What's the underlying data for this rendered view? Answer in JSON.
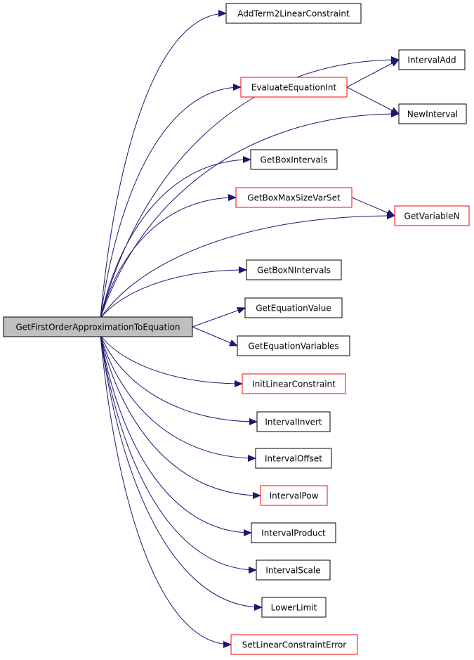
{
  "root": {
    "label": "GetFirstOrderApproximationToEquation",
    "fill": "#bfbfbf"
  },
  "nodes": [
    {
      "id": "addterm",
      "label": "AddTerm2LinearConstraint",
      "border": "#000000"
    },
    {
      "id": "intervaladd",
      "label": "IntervalAdd",
      "border": "#000000"
    },
    {
      "id": "evaluate",
      "label": "EvaluateEquationInt",
      "border": "#ff0000"
    },
    {
      "id": "newinterval",
      "label": "NewInterval",
      "border": "#000000"
    },
    {
      "id": "getboxintervals",
      "label": "GetBoxIntervals",
      "border": "#000000"
    },
    {
      "id": "getboxmaxsize",
      "label": "GetBoxMaxSizeVarSet",
      "border": "#ff0000"
    },
    {
      "id": "getvariablen",
      "label": "GetVariableN",
      "border": "#ff0000"
    },
    {
      "id": "getboxnintervals",
      "label": "GetBoxNIntervals",
      "border": "#000000"
    },
    {
      "id": "getequationvalue",
      "label": "GetEquationValue",
      "border": "#000000"
    },
    {
      "id": "getequationvariables",
      "label": "GetEquationVariables",
      "border": "#000000"
    },
    {
      "id": "initlinear",
      "label": "InitLinearConstraint",
      "border": "#ff0000"
    },
    {
      "id": "intervalinvert",
      "label": "IntervalInvert",
      "border": "#000000"
    },
    {
      "id": "intervaloffset",
      "label": "IntervalOffset",
      "border": "#000000"
    },
    {
      "id": "intervalpow",
      "label": "IntervalPow",
      "border": "#ff0000"
    },
    {
      "id": "intervalproduct",
      "label": "IntervalProduct",
      "border": "#000000"
    },
    {
      "id": "intervalscale",
      "label": "IntervalScale",
      "border": "#000000"
    },
    {
      "id": "lowerlimit",
      "label": "LowerLimit",
      "border": "#000000"
    },
    {
      "id": "setlinearerror",
      "label": "SetLinearConstraintError",
      "border": "#ff0000"
    }
  ],
  "edges": [
    [
      "root",
      "addterm"
    ],
    [
      "root",
      "intervaladd"
    ],
    [
      "root",
      "evaluate"
    ],
    [
      "root",
      "newinterval"
    ],
    [
      "root",
      "getboxintervals"
    ],
    [
      "root",
      "getboxmaxsize"
    ],
    [
      "root",
      "getvariablen"
    ],
    [
      "root",
      "getboxnintervals"
    ],
    [
      "root",
      "getequationvalue"
    ],
    [
      "root",
      "getequationvariables"
    ],
    [
      "root",
      "initlinear"
    ],
    [
      "root",
      "intervalinvert"
    ],
    [
      "root",
      "intervaloffset"
    ],
    [
      "root",
      "intervalpow"
    ],
    [
      "root",
      "intervalproduct"
    ],
    [
      "root",
      "intervalscale"
    ],
    [
      "root",
      "lowerlimit"
    ],
    [
      "root",
      "setlinearerror"
    ],
    [
      "evaluate",
      "intervaladd"
    ],
    [
      "evaluate",
      "newinterval"
    ],
    [
      "getboxmaxsize",
      "getvariablen"
    ]
  ],
  "colors": {
    "edge": "#191970",
    "node_fill": "#ffffff",
    "root_border": "#000000"
  }
}
